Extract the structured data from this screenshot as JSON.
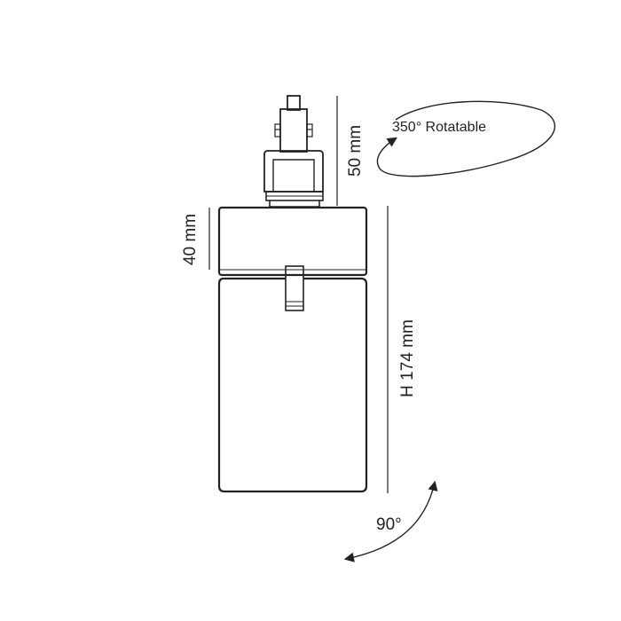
{
  "dimensions": {
    "adapter_height": "50 mm",
    "head_height": "40 mm",
    "total_height": "H 174 mm"
  },
  "rotation": {
    "horizontal_label": "350° Rotatable",
    "vertical_label": "90°"
  },
  "colors": {
    "line": "#222222",
    "background": "#ffffff"
  }
}
